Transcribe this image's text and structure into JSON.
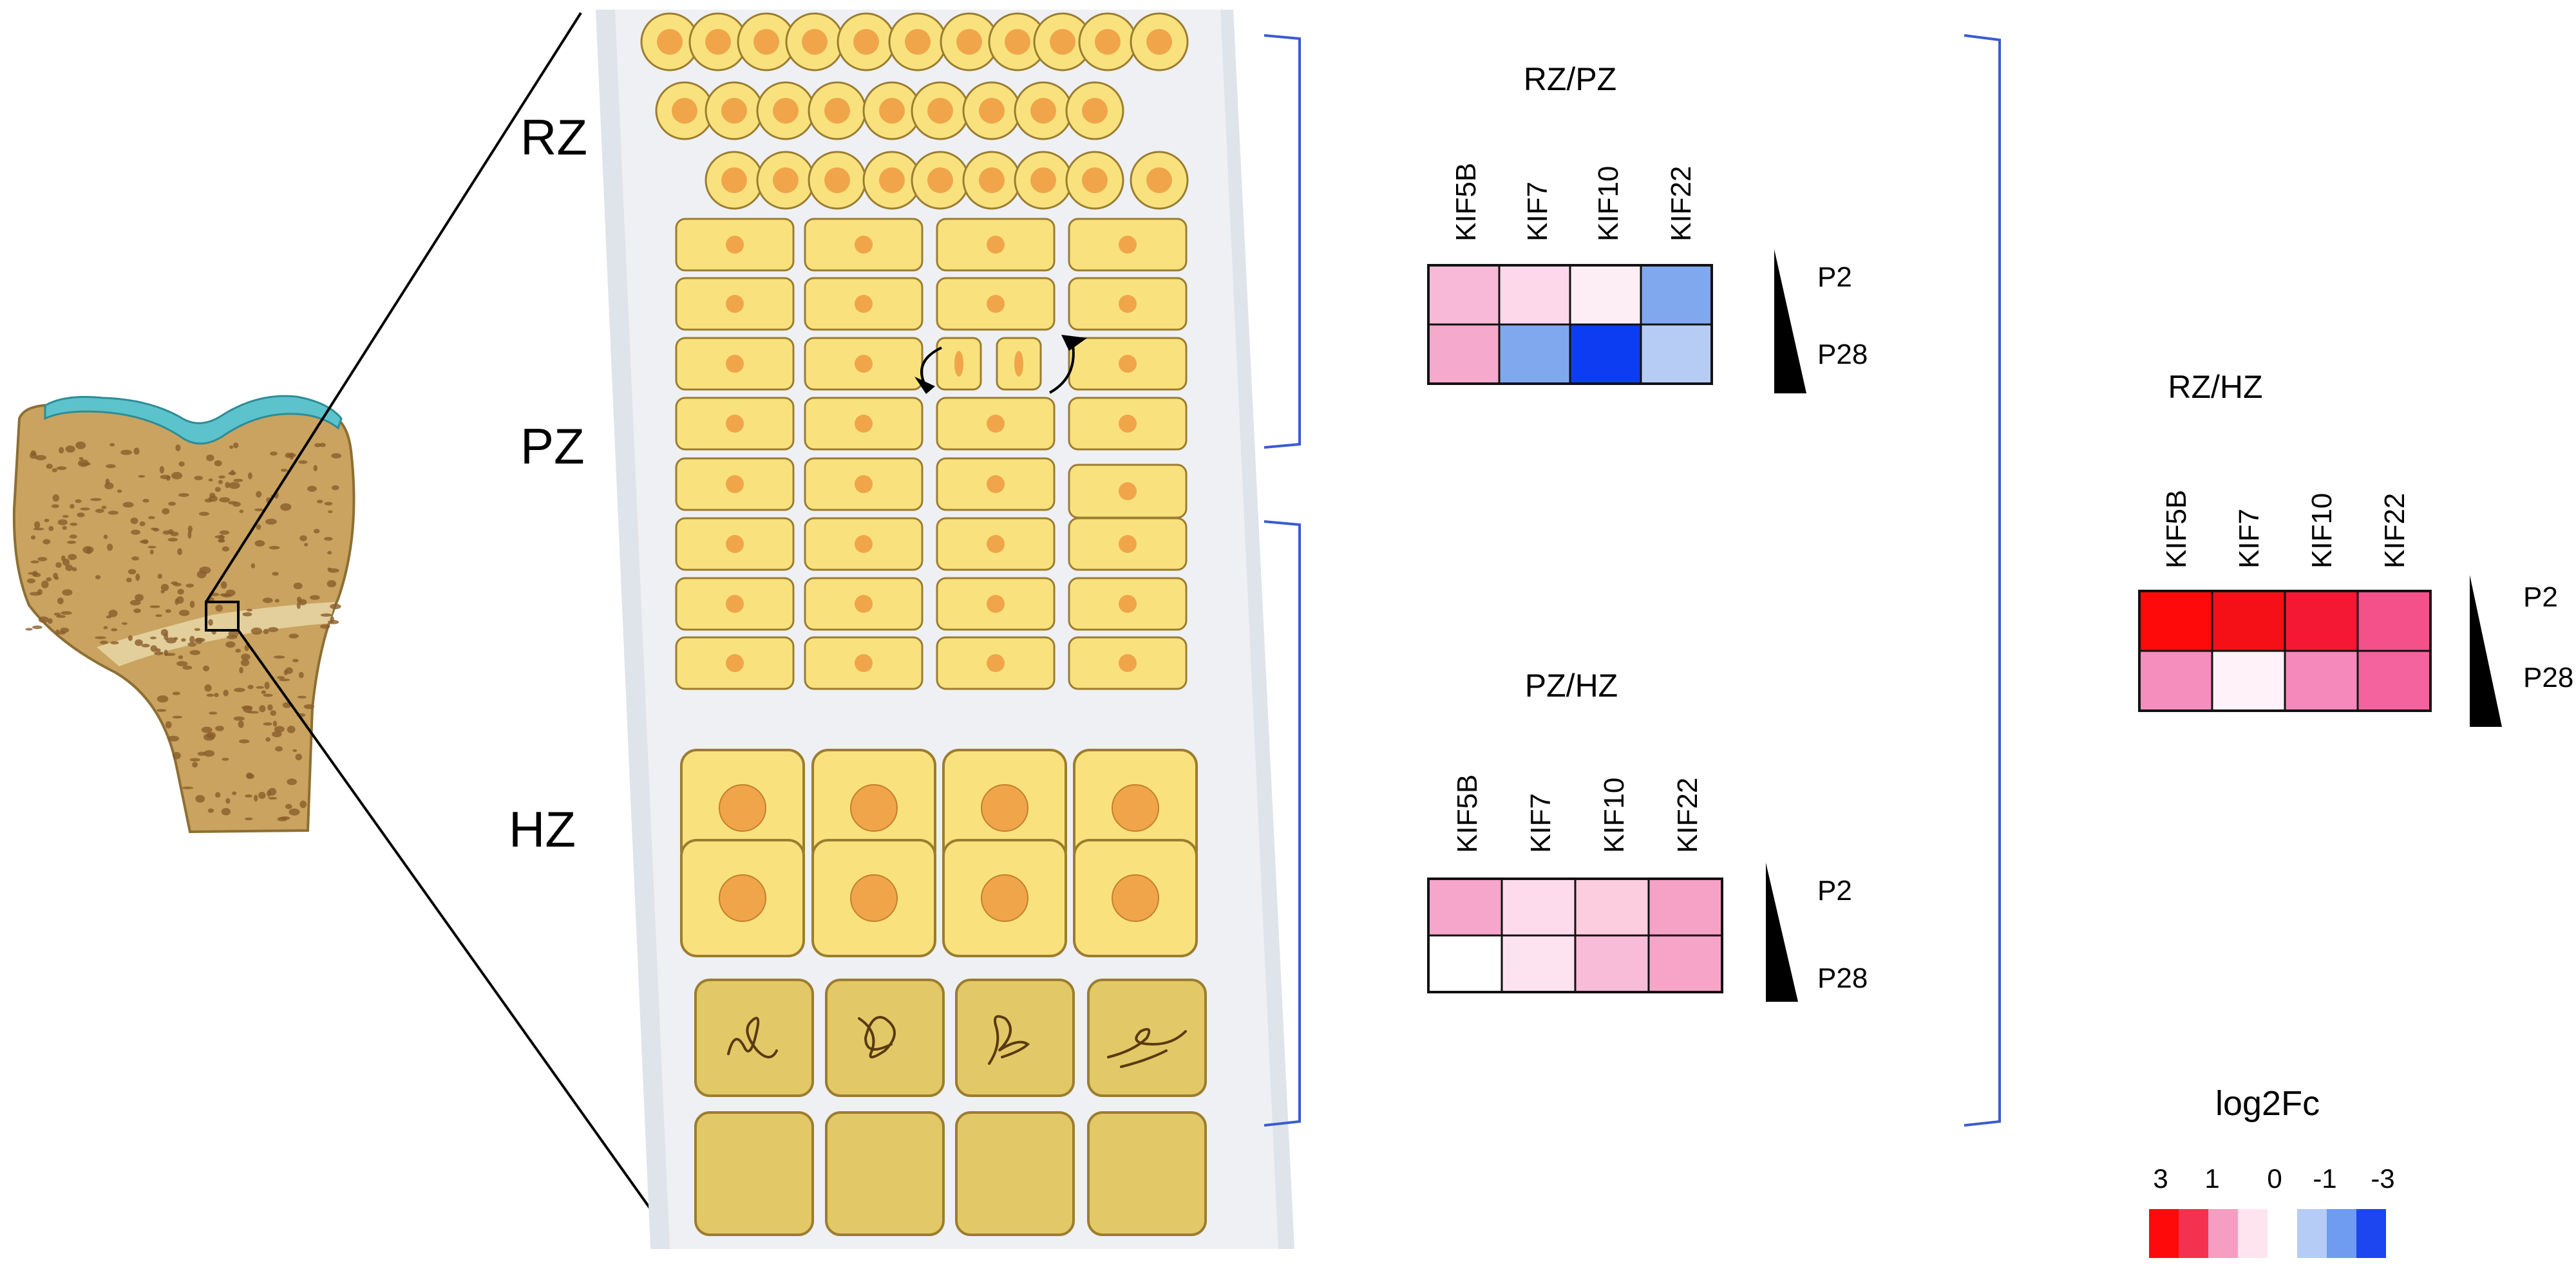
{
  "zones": {
    "rz": "RZ",
    "pz": "PZ",
    "hz": "HZ"
  },
  "genes": [
    "KIF5B",
    "KIF7",
    "KIF10",
    "KIF22"
  ],
  "ages": {
    "young": "P2",
    "old": "P28"
  },
  "legend": {
    "title": "log2Fc",
    "ticks": [
      "3",
      "1",
      "0",
      "-1",
      "-3"
    ],
    "swatches": [
      "#ff0a0a",
      "#f2324e",
      "#f59ec2",
      "#fde4ef",
      "#ffffff",
      "#b5cdf6",
      "#6f9bf0",
      "#1d46f1"
    ]
  },
  "colors": {
    "bone": "#c9a35f",
    "cartilage": "#5cc3cc",
    "cell_fill": "#f9e27e",
    "cell_border": "#9c7d2f",
    "nucleus": "#f0a54a",
    "dead_cell": "#e3c867",
    "bracket": "#3a5bd1"
  },
  "chart_data": [
    {
      "type": "heatmap",
      "title": "RZ/PZ",
      "x_categories": [
        "KIF5B",
        "KIF7",
        "KIF10",
        "KIF22"
      ],
      "y_categories": [
        "P2",
        "P28"
      ],
      "colors": [
        [
          "#f7b9d7",
          "#fcd8ea",
          "#fdeef6",
          "#80a8ee"
        ],
        [
          "#f5a9cd",
          "#80a8ee",
          "#0c3df2",
          "#b7ccf4"
        ]
      ]
    },
    {
      "type": "heatmap",
      "title": "PZ/HZ",
      "x_categories": [
        "KIF5B",
        "KIF7",
        "KIF10",
        "KIF22"
      ],
      "y_categories": [
        "P2",
        "P28"
      ],
      "colors": [
        [
          "#f6a5cb",
          "#fddbec",
          "#fcccdf",
          "#f6a1c6"
        ],
        [
          "#ffffff",
          "#fde2ef",
          "#f9bcd8",
          "#f6a5c9"
        ]
      ]
    },
    {
      "type": "heatmap",
      "title": "RZ/HZ",
      "x_categories": [
        "KIF5B",
        "KIF7",
        "KIF10",
        "KIF22"
      ],
      "y_categories": [
        "P2",
        "P28"
      ],
      "colors": [
        [
          "#ff0a0a",
          "#f50f17",
          "#f51834",
          "#f4508a"
        ],
        [
          "#f58ebd",
          "#fff3f9",
          "#f589bc",
          "#f4639e"
        ]
      ]
    }
  ]
}
